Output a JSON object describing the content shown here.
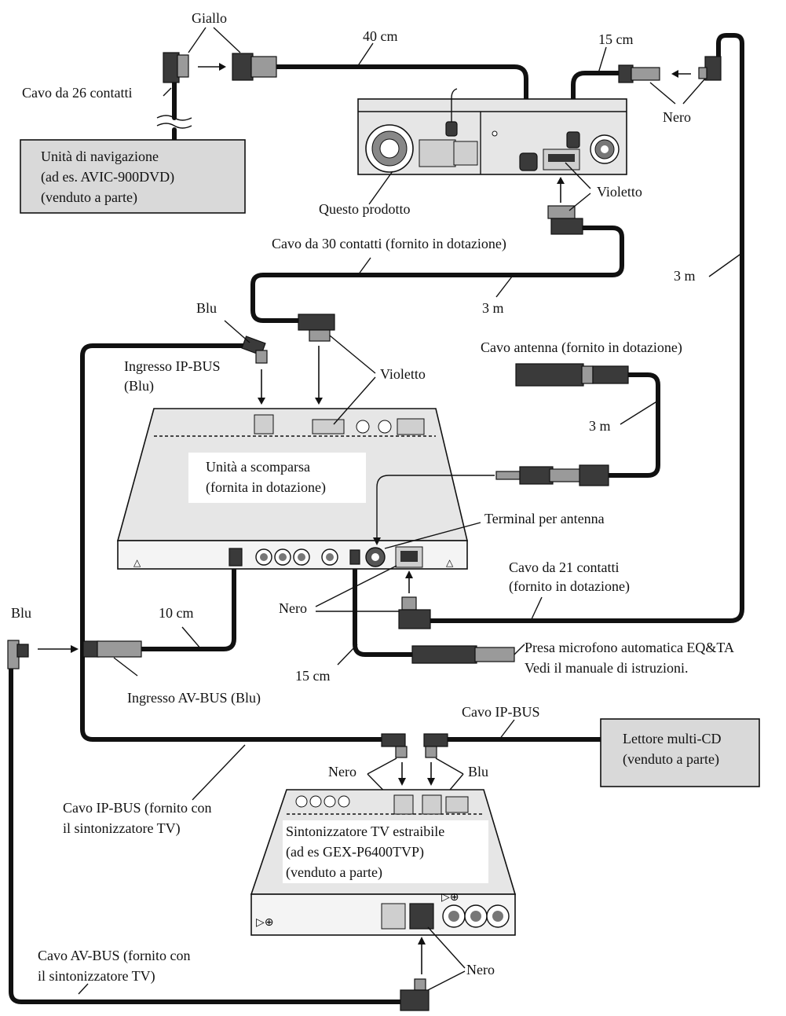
{
  "labels": {
    "giallo": "Giallo",
    "cavo_26": "Cavo da 26 contatti",
    "len_40cm": "40 cm",
    "len_15cm_top": "15 cm",
    "nero_top": "Nero",
    "questo_prodotto": "Questo prodotto",
    "violetto_top": "Violetto",
    "cavo_30": "Cavo da 30 contatti (fornito in dotazione)",
    "len_3m_a": "3 m",
    "len_3m_b": "3 m",
    "blu_top": "Blu",
    "ingresso_ipbus_1": "Ingresso IP-BUS",
    "ingresso_ipbus_2": "(Blu)",
    "violetto_mid": "Violetto",
    "cavo_antenna": "Cavo antenna (fornito in dotazione)",
    "len_3m_c": "3 m",
    "terminal_antenna": "Terminal per antenna",
    "cavo_21_1": "Cavo da 21 contatti",
    "cavo_21_2": "(fornito in dotazione)",
    "nero_mid": "Nero",
    "blu_left": "Blu",
    "len_10cm": "10 cm",
    "presa_mic": "Presa microfono automatica EQ&TA",
    "vedi_manuale": "Vedi il manuale di istruzioni.",
    "len_15cm_mid": "15 cm",
    "ingresso_avbus": "Ingresso AV-BUS (Blu)",
    "cavo_ipbus": "Cavo IP-BUS",
    "nero_tv": "Nero",
    "blu_tv": "Blu",
    "cavo_ipbus_tv_1": "Cavo IP-BUS (fornito con",
    "cavo_ipbus_tv_2": "il sintonizzatore TV)",
    "cavo_avbus_tv_1": "Cavo AV-BUS (fornito con",
    "cavo_avbus_tv_2": "il sintonizzatore TV)",
    "nero_bottom": "Nero"
  },
  "boxes": {
    "navigazione": [
      "Unità di navigazione",
      "(ad es. AVIC-900DVD)",
      "(venduto a parte)"
    ],
    "scomparsa": [
      "Unità a scomparsa",
      "(fornita in dotazione)"
    ],
    "multicd": [
      "Lettore multi-CD",
      "(venduto a parte)"
    ],
    "tv": [
      "Sintonizzatore TV estraibile",
      "(ad es GEX-P6400TVP)",
      "(venduto a parte)"
    ]
  }
}
